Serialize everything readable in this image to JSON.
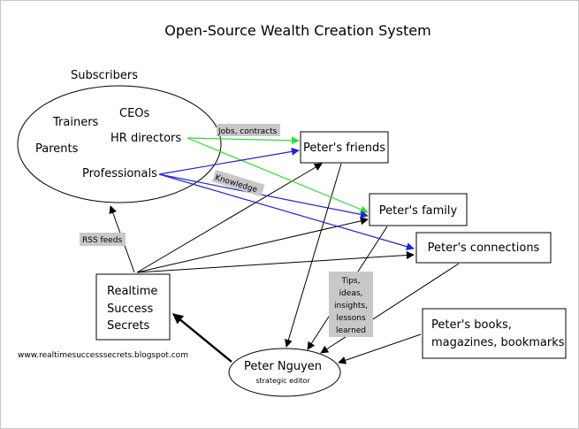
{
  "title": "Open-Source Wealth Creation System",
  "subscribers": {
    "label": "Subscribers",
    "members": {
      "trainers": "Trainers",
      "ceos": "CEOs",
      "parents": "Parents",
      "hr_directors": "HR directors",
      "professionals": "Professionals"
    }
  },
  "nodes": {
    "friends": "Peter's friends",
    "family": "Peter's family",
    "connections": "Peter's connections",
    "books": [
      "Peter's books,",
      "magazines, bookmarks"
    ],
    "realtime": [
      "Realtime",
      "Success",
      "Secrets"
    ],
    "peter_name": "Peter Nguyen",
    "peter_role": "strategic editor"
  },
  "edge_labels": {
    "jobs": "Jobs, contracts",
    "knowledge": "Knowledge",
    "rss": "RSS feeds",
    "tips": [
      "Tips,",
      "ideas,",
      "insights,",
      "lessons",
      "learned"
    ]
  },
  "website": "www.realtimesuccesssecrets.blogspot.com",
  "colors": {
    "jobs_arrow": "#33dd33",
    "knowledge_arrow": "#2222dd",
    "label_bg": "#c8c8c8"
  }
}
